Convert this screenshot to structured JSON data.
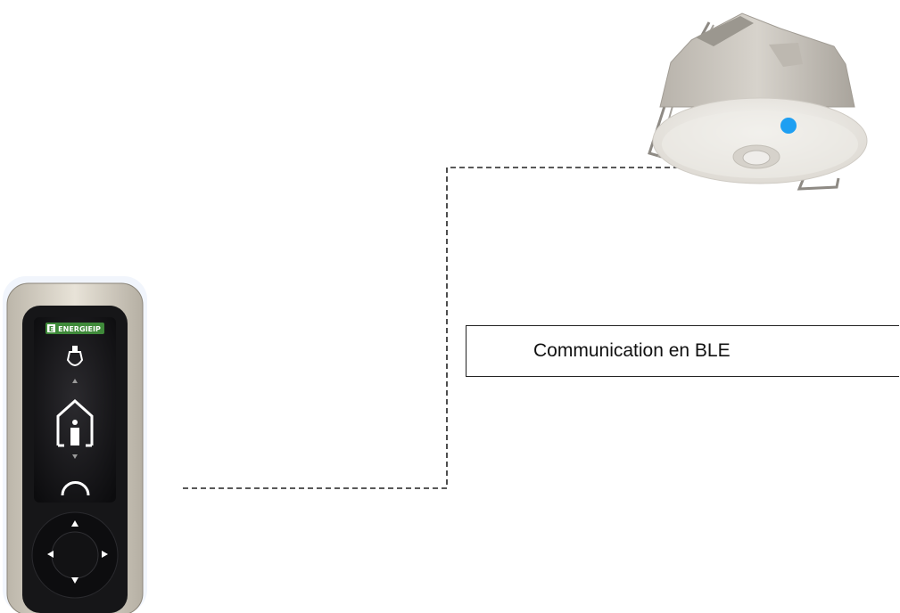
{
  "link": {
    "label": "Communication en BLE",
    "style": "dashed"
  },
  "remote": {
    "brand": "ENERGIEIP",
    "brand_initial": "E",
    "icons": [
      "bulb-icon",
      "occupancy-house-icon",
      "circle-button-icon"
    ],
    "dpad_icons": [
      "arrow-up-icon",
      "arrow-down-icon",
      "arrow-left-icon",
      "arrow-right-icon"
    ],
    "colors": {
      "body": "#1b1b1d",
      "shell": "#dcd6c9",
      "logo_green": "#3f8a3a"
    }
  },
  "sensor": {
    "icon": "ceiling-presence-sensor",
    "led_color": "#1e9ff2"
  }
}
